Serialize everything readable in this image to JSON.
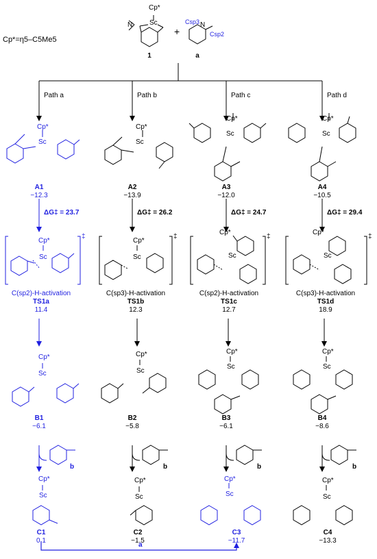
{
  "colors": {
    "black": "#000000",
    "blue": "#1f1fe0"
  },
  "definition": "Cp*=η5–C5Me5",
  "reactants": {
    "cp_label": "Cp*",
    "sc_label": "Sc",
    "plus_sign": "+",
    "compound_1_label": "1",
    "compound_a_label": "a",
    "csp3_label": "Csp3",
    "csp2_label": "Csp2",
    "n_label": "N"
  },
  "paths": [
    {
      "path_label": "Path a",
      "intermediate_label": "A1",
      "intermediate_energy": "−12.3",
      "barrier_text": "ΔG‡ = 23.7",
      "activation_text": "C(sp2)-H-activation",
      "ts_label": "TS1a",
      "ts_energy": "11.4",
      "product_label": "B1",
      "product_energy": "−6.1",
      "byproduct_label": "b",
      "final_label": "C1",
      "final_energy": "0.1",
      "color": "blue"
    },
    {
      "path_label": "Path b",
      "intermediate_label": "A2",
      "intermediate_energy": "−13.9",
      "barrier_text": "ΔG‡ = 26.2",
      "activation_text": "C(sp3)-H-activation",
      "ts_label": "TS1b",
      "ts_energy": "12.3",
      "product_label": "B2",
      "product_energy": "−5.8",
      "byproduct_label": "b",
      "final_label": "C2",
      "final_energy": "−1.5",
      "color": "black"
    },
    {
      "path_label": "Path c",
      "intermediate_label": "A3",
      "intermediate_energy": "−12.0",
      "barrier_text": "ΔG‡ = 24.7",
      "activation_text": "C(sp2)-H-activation",
      "ts_label": "TS1c",
      "ts_energy": "12.7",
      "product_label": "B3",
      "product_energy": "−6.1",
      "byproduct_label": "b",
      "final_label": "C3",
      "final_energy": "−11.7",
      "color": "black"
    },
    {
      "path_label": "Path d",
      "intermediate_label": "A4",
      "intermediate_energy": "−10.5",
      "barrier_text": "ΔG‡ = 29.4",
      "activation_text": "C(sp3)-H-activation",
      "ts_label": "TS1d",
      "ts_energy": "18.9",
      "product_label": "B4",
      "product_energy": "−8.6",
      "byproduct_label": "b",
      "final_label": "C4",
      "final_energy": "−13.3",
      "color": "black"
    }
  ],
  "ts_marker": "‡",
  "bottom_arrow_label": "a"
}
